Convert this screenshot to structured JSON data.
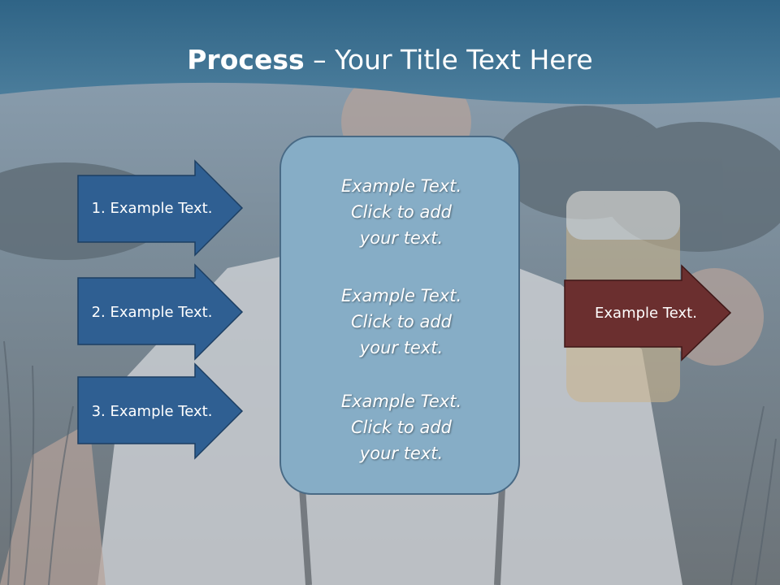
{
  "slide": {
    "title_bold": "Process",
    "title_rest": " – Your Title Text Here"
  },
  "left_arrows": [
    {
      "label": "1. Example Text."
    },
    {
      "label": "2. Example Text."
    },
    {
      "label": "3. Example Text."
    }
  ],
  "center_box": {
    "paragraphs": [
      {
        "lines": [
          "Example Text.",
          "Click  to add",
          "your text."
        ]
      },
      {
        "lines": [
          "Example Text.",
          "Click  to add",
          "your text."
        ]
      },
      {
        "lines": [
          "Example Text.",
          "Click  to add",
          "your text."
        ]
      }
    ]
  },
  "right_arrow": {
    "label": "Example Text."
  },
  "colors": {
    "header_band": "#3f7393",
    "left_arrow_fill": "#2f5f92",
    "right_arrow_fill": "#6b2f2f",
    "center_box_fill": "#86adc6"
  }
}
